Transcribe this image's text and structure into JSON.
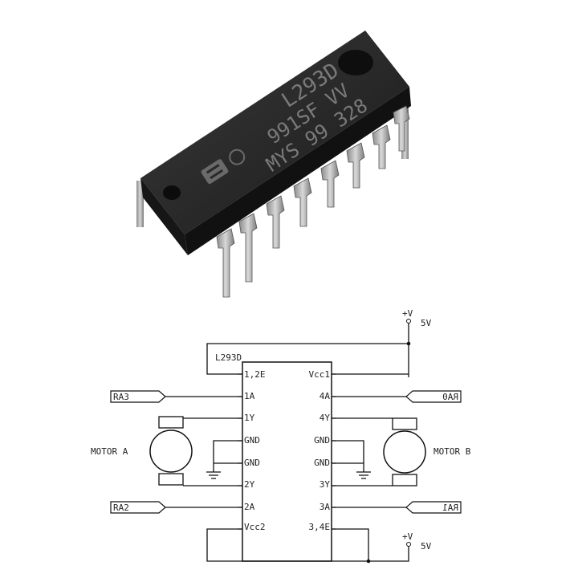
{
  "chip_photo": {
    "marking_line1": "L293D",
    "marking_line2": "991SF VV",
    "marking_line3": "MYS 99 328"
  },
  "schematic": {
    "ic_label": "L293D",
    "supply_symbol": "+V",
    "supply_value": "5V",
    "left_pins": [
      "1,2E",
      "1A",
      "1Y",
      "GND",
      "GND",
      "2Y",
      "2A",
      "Vcc2"
    ],
    "right_pins": [
      "Vcc1",
      "4A",
      "4Y",
      "GND",
      "GND",
      "3Y",
      "3A",
      "3,4E"
    ],
    "ports": {
      "ra3": "RA3",
      "ra2": "RA2",
      "ra0": "RA0",
      "ra1": "RA1"
    },
    "motor_a": "MOTOR A",
    "motor_b": "MOTOR B"
  }
}
